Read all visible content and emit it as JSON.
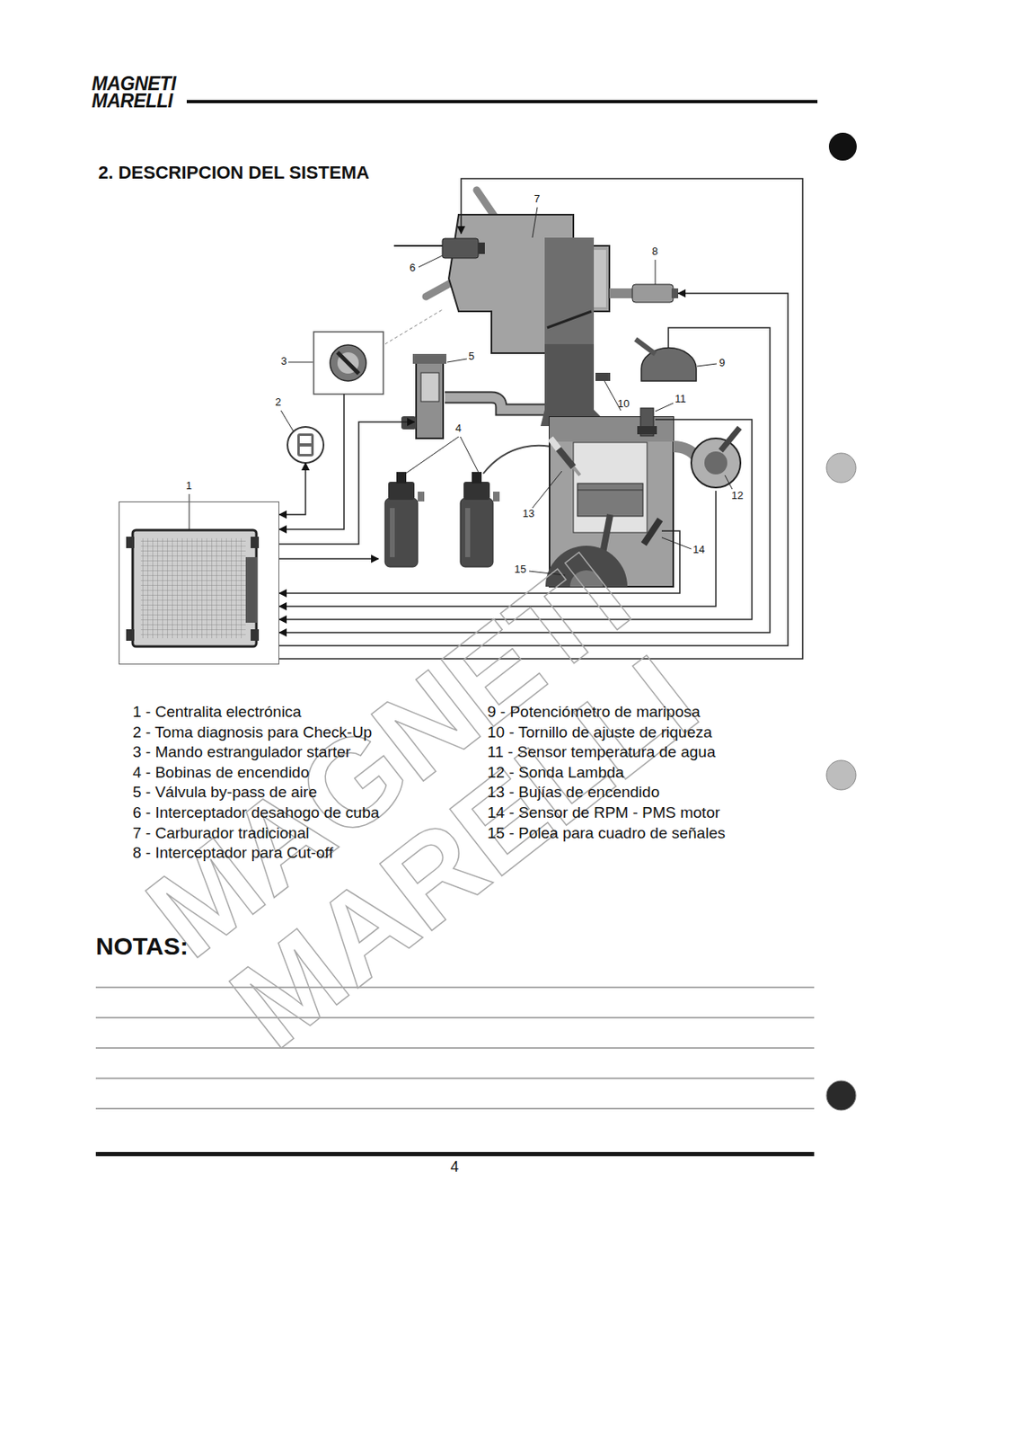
{
  "diagram": {
    "title": "2. DESCRIPCION DEL SISTEMA",
    "nodes": [
      {
        "text": [
          "1"
        ]
      },
      {
        "text": [
          "2"
        ]
      },
      {
        "text": [
          "3"
        ]
      },
      {
        "text": [
          "5"
        ]
      },
      {
        "text": [
          "4"
        ]
      },
      {
        "text": [
          "7"
        ]
      },
      {
        "text": [
          "6"
        ],
        "in": 5
      },
      {
        "text": [
          "8"
        ]
      },
      {
        "text": [
          "9"
        ]
      },
      {
        "text": [
          "11"
        ]
      },
      {
        "text": [
          "12"
        ]
      },
      {
        "text": [
          "14"
        ]
      }
    ],
    "edges": [
      {
        "from": 1,
        "to": 0,
        "arrow": "both"
      },
      {
        "from": 2,
        "to": 0,
        "arrow": "to"
      },
      {
        "from": 0,
        "to": 3,
        "arrow": "to"
      },
      {
        "from": 0,
        "to": 4,
        "arrow": "to"
      },
      {
        "from": 11,
        "to": 0,
        "arrow": "to"
      },
      {
        "from": 10,
        "to": 0,
        "arrow": "to"
      },
      {
        "from": 9,
        "to": 0,
        "arrow": "to"
      },
      {
        "from": 8,
        "to": 0,
        "arrow": "to"
      },
      {
        "from": 0,
        "to": 7,
        "arrow": "to"
      },
      {
        "from": 0,
        "to": 6,
        "arrow": "to"
      }
    ],
    "labels": [
      "MAGNETI MARELLI",
      "10",
      "13",
      "15",
      "1 - Centralita electrónica",
      "2 - Toma diagnosis para Check-Up",
      "3 - Mando estrangulador starter",
      "4 - Bobinas de encendido",
      "5 - Válvula by-pass de aire",
      "6 - Interceptador desahogo de cuba",
      "7 - Carburador tradicional",
      "8 - Interceptador para Cut-off",
      "9 - Potenciómetro de mariposa",
      "10 - Tornillo de ajuste de riqueza",
      "11 - Sensor temperatura de agua",
      "12 - Sonda Lambda",
      "13 - Bujías de encendido",
      "14 - Sensor de RPM - PMS motor",
      "15 - Polea para cuadro de señales",
      "NOTAS:",
      "4",
      "MAGNETI MARELLI"
    ]
  }
}
